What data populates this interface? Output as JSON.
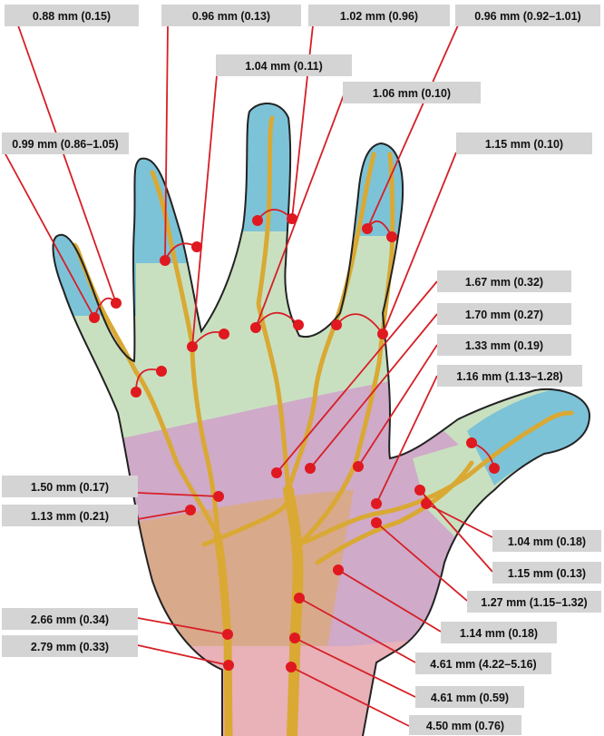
{
  "colors": {
    "label_box": "#d4d4d4",
    "leader_line": "#d61f26",
    "point": "#e0181f",
    "fingertip_region": "#7cc3d8",
    "finger_region": "#c9e0c0",
    "palm_region": "#cfaac9",
    "base_region": "#d9a98c",
    "wrist_region": "#e9b1b8",
    "nerve": "#d9a934",
    "outline": "#222222"
  },
  "labels": [
    "0.88 mm (0.15)",
    "0.96 mm (0.13)",
    "1.02 mm (0.96)",
    "0.96 mm (0.92–1.01)",
    "1.04 mm (0.11)",
    "1.06 mm (0.10)",
    "0.99 mm (0.86–1.05)",
    "1.15 mm (0.10)",
    "1.67 mm (0.32)",
    "1.70 mm (0.27)",
    "1.33 mm (0.19)",
    "1.16 mm (1.13–1.28)",
    "1.50 mm (0.17)",
    "1.13 mm (0.21)",
    "1.04 mm (0.18)",
    "1.15 mm (0.13)",
    "1.27 mm (1.15–1.32)",
    "1.14 mm (0.18)",
    "2.66 mm (0.34)",
    "2.79 mm (0.33)",
    "4.61 mm (4.22–5.16)",
    "4.61 mm (0.59)",
    "4.50 mm (0.76)"
  ]
}
